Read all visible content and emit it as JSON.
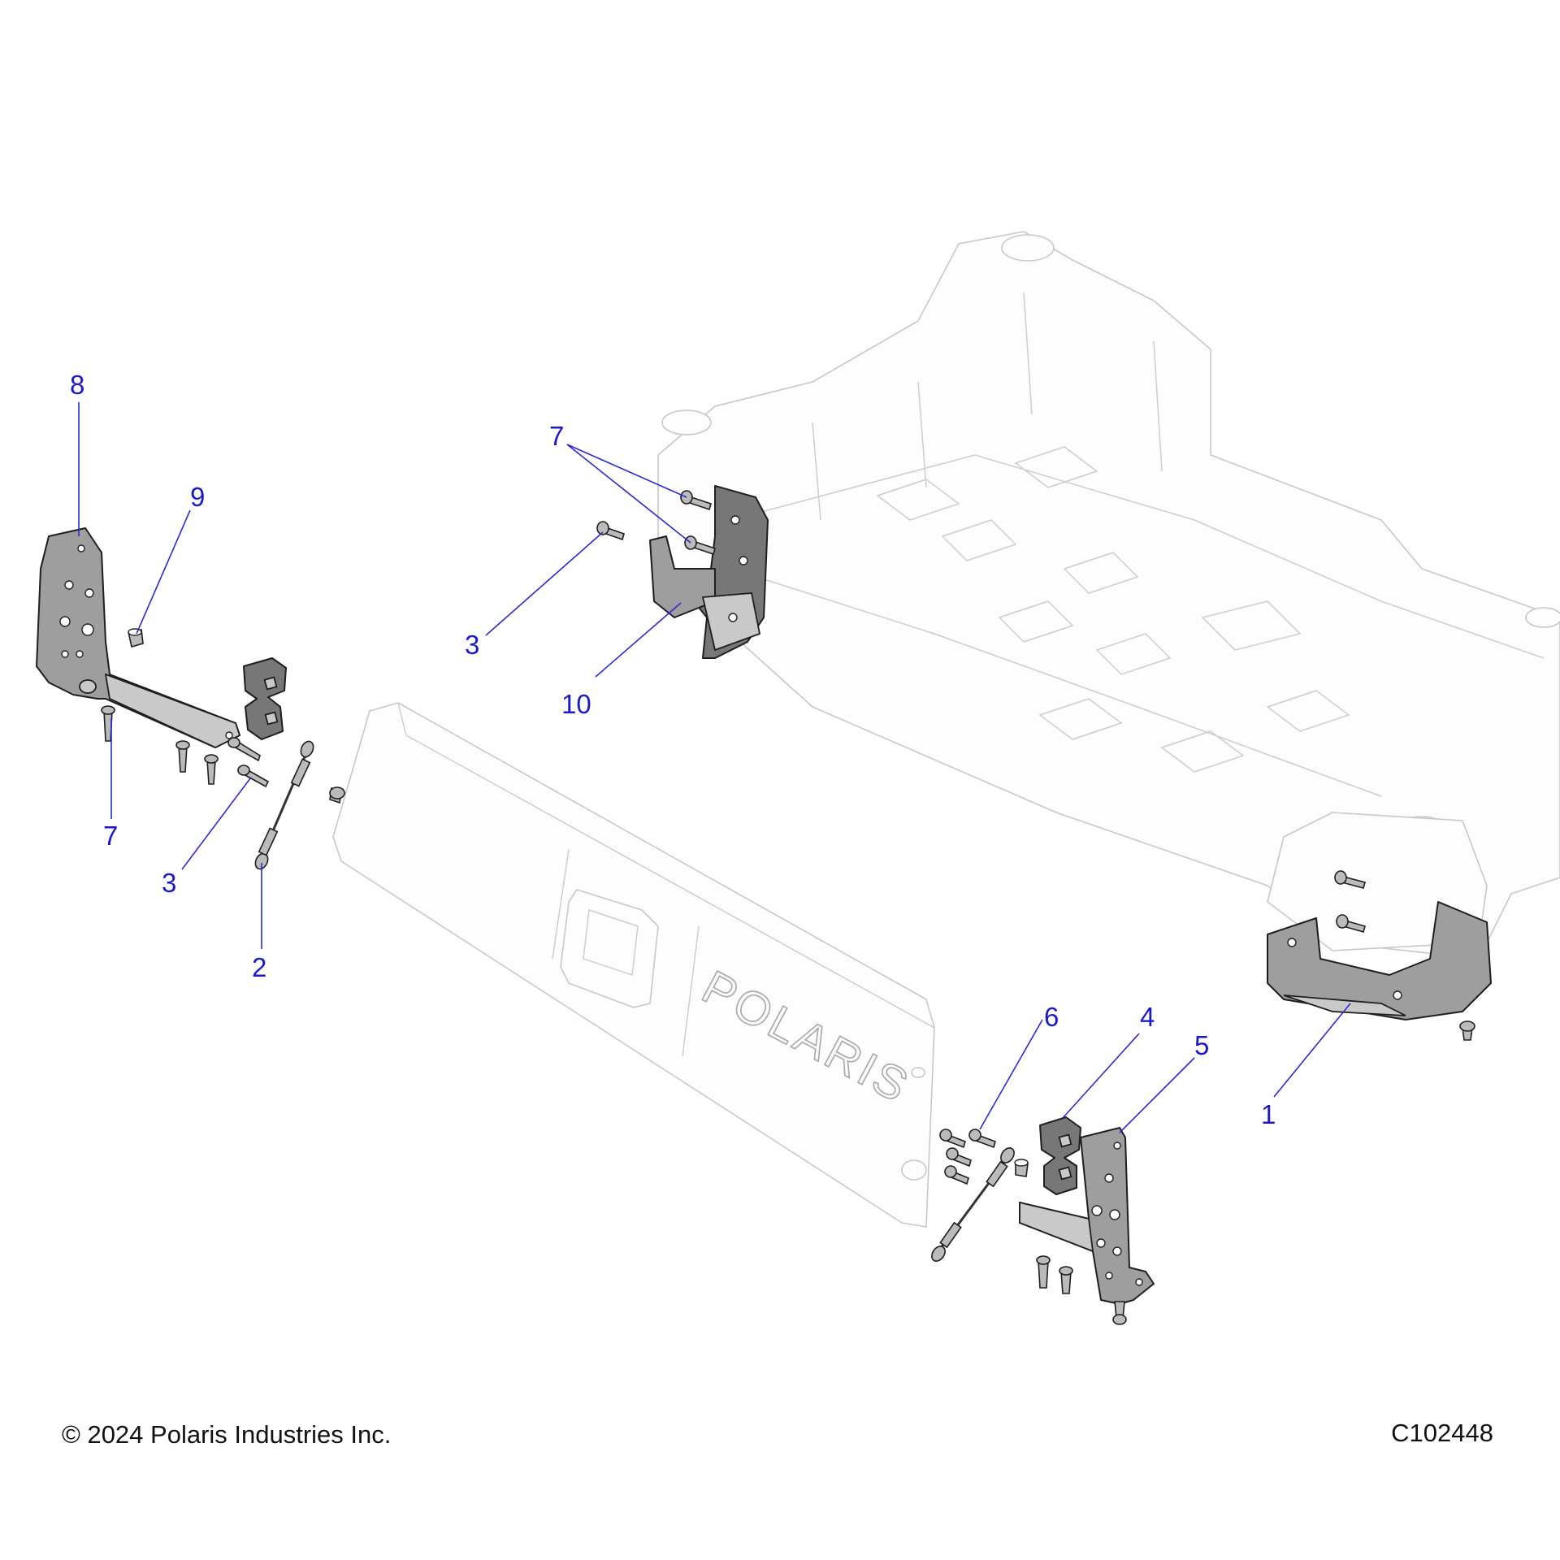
{
  "diagram": {
    "callouts": [
      "1",
      "2",
      "3",
      "3",
      "4",
      "5",
      "6",
      "7",
      "7",
      "8",
      "9",
      "10"
    ],
    "logo_text": "POLARIS"
  },
  "footer": {
    "copyright": "© 2024 Polaris Industries Inc.",
    "drawing_number": "C102448"
  }
}
